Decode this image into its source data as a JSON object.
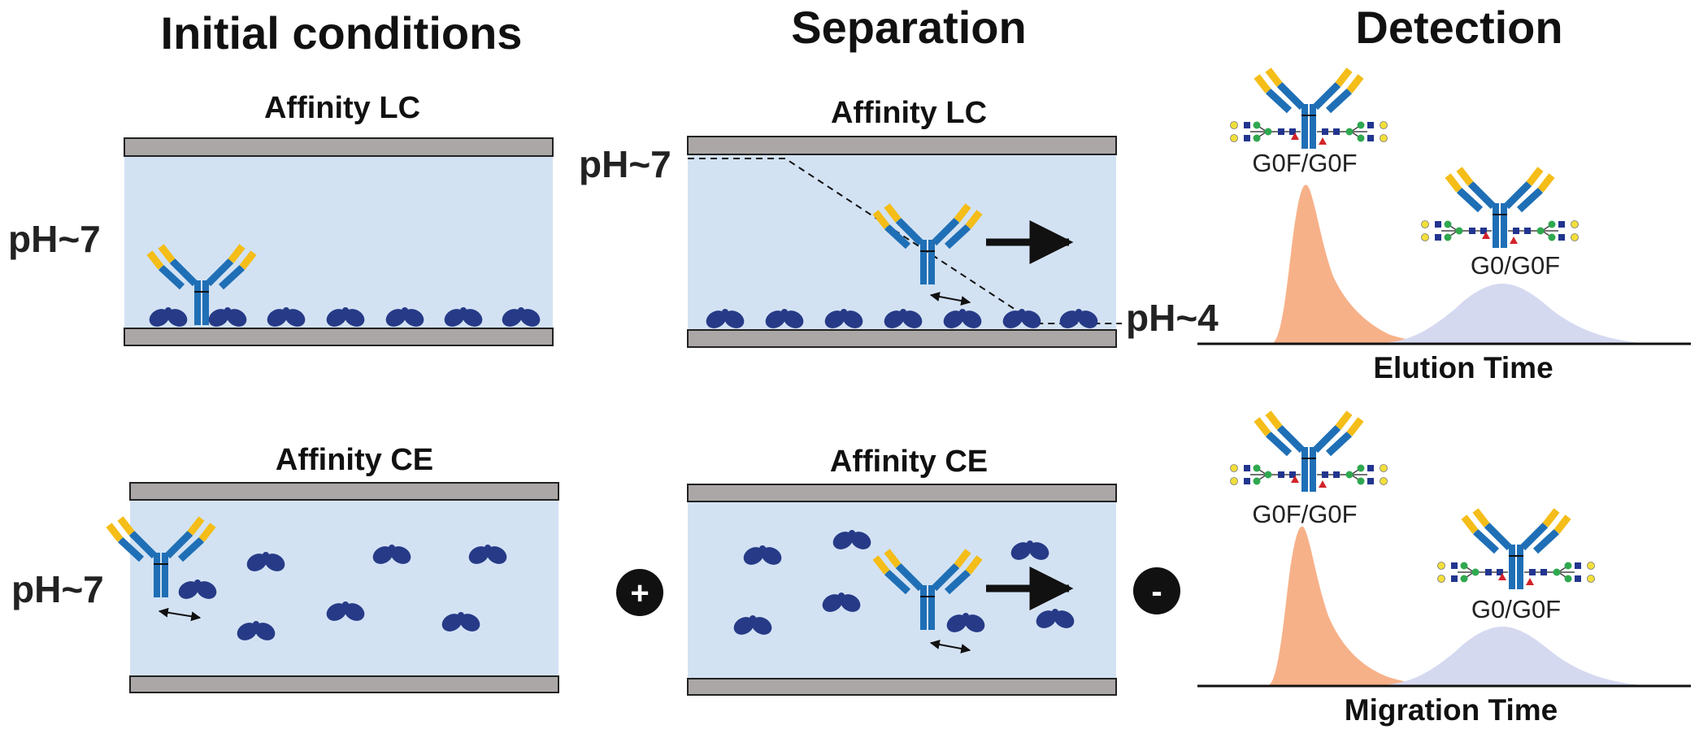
{
  "headers": {
    "initial": "Initial conditions",
    "separation": "Separation",
    "detection": "Detection"
  },
  "panels": {
    "lc_initial_title": "Affinity LC",
    "lc_separation_title": "Affinity LC",
    "ce_initial_title": "Affinity CE",
    "ce_separation_title": "Affinity CE"
  },
  "ph": {
    "lc_initial": "pH~7",
    "ce_initial": "pH~7",
    "gradient_start": "pH~7",
    "gradient_end": "pH~4"
  },
  "electrodes": {
    "positive": "+",
    "negative": "-"
  },
  "detection": {
    "lc": {
      "peak1_label": "G0F/G0F",
      "peak2_label": "G0/G0F",
      "axis_label": "Elution Time"
    },
    "ce": {
      "peak1_label": "G0F/G0F",
      "peak2_label": "G0/G0F",
      "axis_label": "Migration Time"
    }
  },
  "colors": {
    "channel_fill": "#d3e2f3",
    "wall": "#aba7a7",
    "ligand": "#263a87",
    "antibody_blue": "#1f6fb6",
    "antibody_yellow": "#f4bd18",
    "peak_orange": "#f7b189",
    "peak_lavender": "#d5d9f0"
  }
}
